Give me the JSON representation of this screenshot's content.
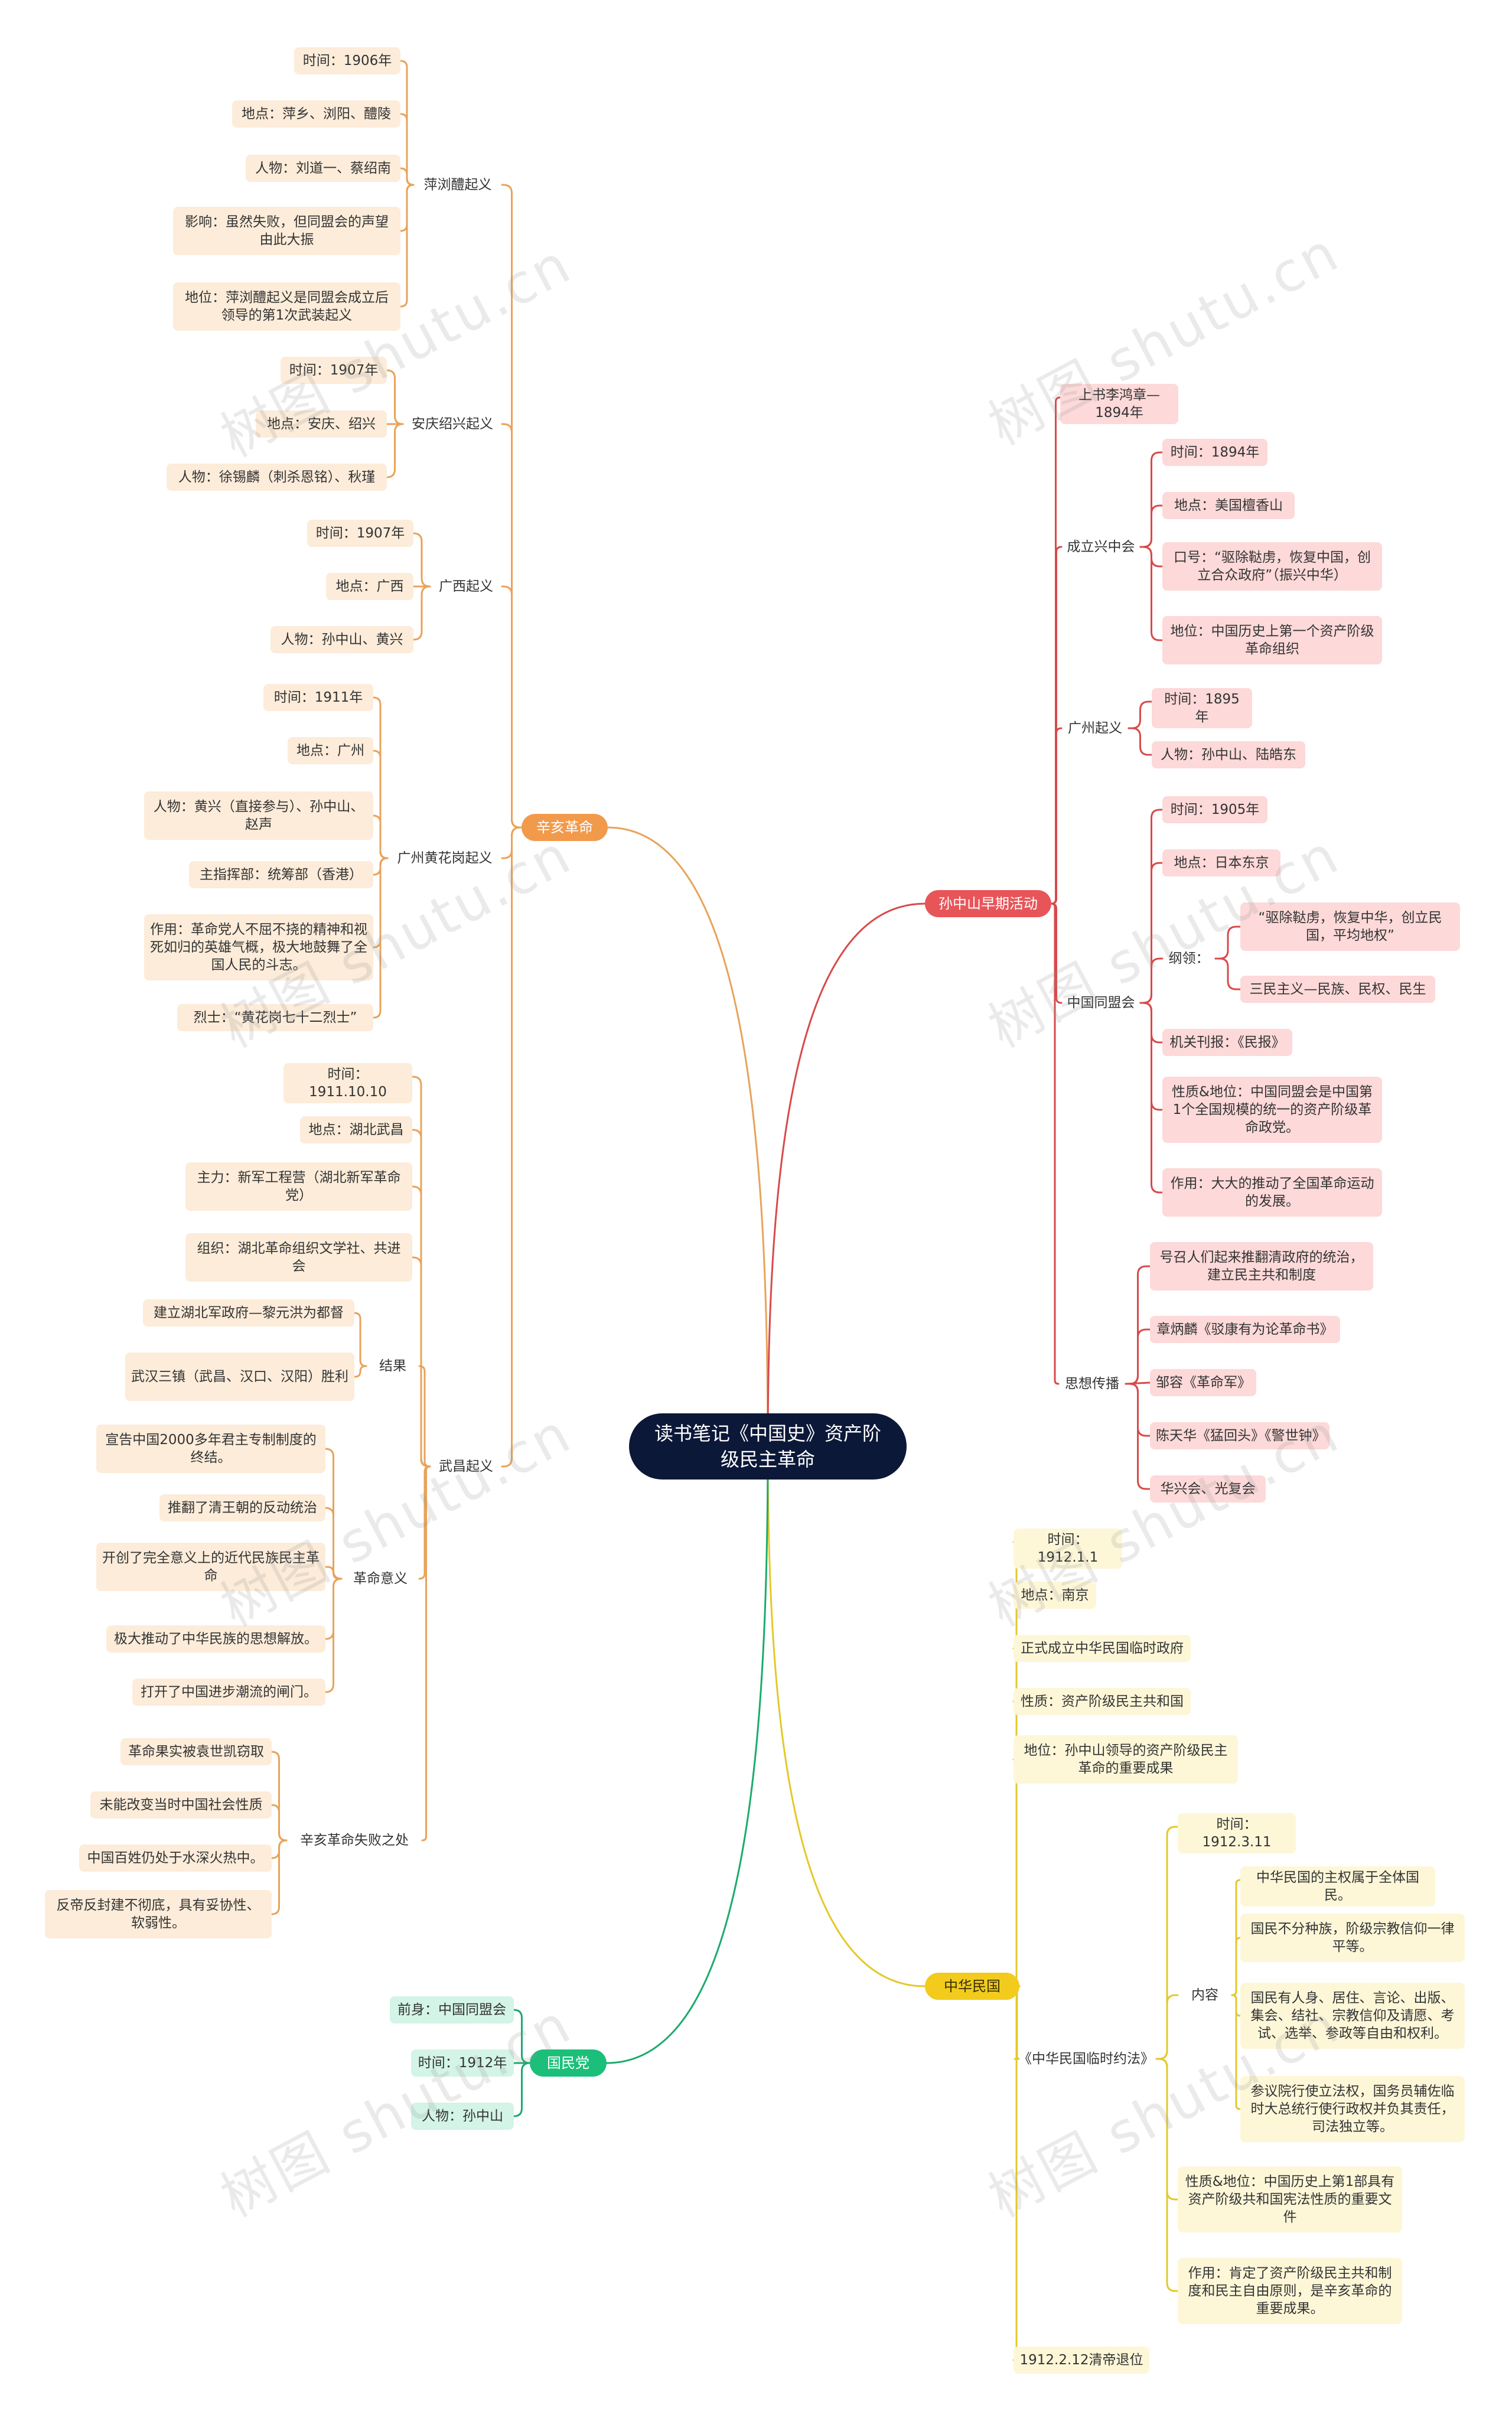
{
  "root": "读书笔记《中国史》资产阶级民主革命",
  "watermark": "树图 shutu.cn",
  "colors": {
    "orange": "#e8a35a",
    "red": "#d84a4a",
    "yellow": "#e3c92a",
    "green": "#1aab6e"
  },
  "branches": [
    {
      "label": "辛亥革命",
      "children": [
        {
          "label": "萍浏醴起义",
          "children": [
            {
              "label": "时间：1906年"
            },
            {
              "label": "地点：萍乡、浏阳、醴陵"
            },
            {
              "label": "人物：刘道一、蔡绍南"
            },
            {
              "label": "影响：虽然失败，但同盟会的声望由此大振"
            },
            {
              "label": "地位：萍浏醴起义是同盟会成立后领导的第1次武装起义"
            }
          ]
        },
        {
          "label": "安庆绍兴起义",
          "children": [
            {
              "label": "时间：1907年"
            },
            {
              "label": "地点：安庆、绍兴"
            },
            {
              "label": "人物：徐锡麟（刺杀恩铭）、秋瑾"
            }
          ]
        },
        {
          "label": "广西起义",
          "children": [
            {
              "label": "时间：1907年"
            },
            {
              "label": "地点：广西"
            },
            {
              "label": "人物：孙中山、黄兴"
            }
          ]
        },
        {
          "label": "广州黄花岗起义",
          "children": [
            {
              "label": "时间：1911年"
            },
            {
              "label": "地点：广州"
            },
            {
              "label": "人物：黄兴（直接参与）、孙中山、赵声"
            },
            {
              "label": "主指挥部：统筹部（香港）"
            },
            {
              "label": "作用：革命党人不屈不挠的精神和视死如归的英雄气概，极大地鼓舞了全国人民的斗志。"
            },
            {
              "label": "烈士：“黄花岗七十二烈士”"
            }
          ]
        },
        {
          "label": "武昌起义",
          "children": [
            {
              "label": "时间：1911.10.10"
            },
            {
              "label": "地点：湖北武昌"
            },
            {
              "label": "主力：新军工程营（湖北新军革命党）"
            },
            {
              "label": "组织：湖北革命组织文学社、共进会"
            },
            {
              "label": "结果",
              "children": [
                {
                  "label": "建立湖北军政府—黎元洪为都督"
                },
                {
                  "label": "武汉三镇（武昌、汉口、汉阳）胜利"
                }
              ]
            },
            {
              "label": "革命意义",
              "children": [
                {
                  "label": "宣告中国2000多年君主专制制度的终结。"
                },
                {
                  "label": "推翻了清王朝的反动统治"
                },
                {
                  "label": "开创了完全意义上的近代民族民主革命"
                },
                {
                  "label": "极大推动了中华民族的思想解放。"
                },
                {
                  "label": "打开了中国进步潮流的闸门。"
                }
              ]
            },
            {
              "label": "辛亥革命失败之处",
              "children": [
                {
                  "label": "革命果实被袁世凯窃取"
                },
                {
                  "label": "未能改变当时中国社会性质"
                },
                {
                  "label": "中国百姓仍处于水深火热中。"
                },
                {
                  "label": "反帝反封建不彻底，具有妥协性、软弱性。"
                }
              ]
            }
          ]
        }
      ]
    },
    {
      "label": "孙中山早期活动",
      "children": [
        {
          "label": "上书李鸿章—1894年"
        },
        {
          "label": "成立兴中会",
          "children": [
            {
              "label": "时间：1894年"
            },
            {
              "label": "地点：美国檀香山"
            },
            {
              "label": "口号：“驱除鞑虏，恢复中国，创立合众政府”（振兴中华）"
            },
            {
              "label": "地位：中国历史上第一个资产阶级革命组织"
            }
          ]
        },
        {
          "label": "广州起义",
          "children": [
            {
              "label": "时间：1895年"
            },
            {
              "label": "人物：孙中山、陆皓东"
            }
          ]
        },
        {
          "label": "中国同盟会",
          "children": [
            {
              "label": "时间：1905年"
            },
            {
              "label": "地点：日本东京"
            },
            {
              "label": "纲领：",
              "children": [
                {
                  "label": "“驱除鞑虏，恢复中华，创立民国，平均地权”"
                },
                {
                  "label": "三民主义—民族、民权、民生"
                }
              ]
            },
            {
              "label": "机关刊报：《民报》"
            },
            {
              "label": "性质&地位：中国同盟会是中国第1个全国规模的统一的资产阶级革命政党。"
            },
            {
              "label": "作用：大大的推动了全国革命运动的发展。"
            }
          ]
        },
        {
          "label": "思想传播",
          "children": [
            {
              "label": "号召人们起来推翻清政府的统治，建立民主共和制度"
            },
            {
              "label": "章炳麟《驳康有为论革命书》"
            },
            {
              "label": "邹容《革命军》"
            },
            {
              "label": "陈天华《猛回头》《警世钟》"
            },
            {
              "label": "华兴会、光复会"
            }
          ]
        }
      ]
    },
    {
      "label": "中华民国",
      "children": [
        {
          "label": "时间：1912.1.1"
        },
        {
          "label": "地点：南京"
        },
        {
          "label": "正式成立中华民国临时政府"
        },
        {
          "label": "性质：资产阶级民主共和国"
        },
        {
          "label": "地位：孙中山领导的资产阶级民主革命的重要成果"
        },
        {
          "label": "《中华民国临时约法》",
          "children": [
            {
              "label": "时间：1912.3.11"
            },
            {
              "label": "内容",
              "children": [
                {
                  "label": "中华民国的主权属于全体国民。"
                },
                {
                  "label": "国民不分种族，阶级宗教信仰一律平等。"
                },
                {
                  "label": "国民有人身、居住、言论、出版、集会、结社、宗教信仰及请愿、考试、选举、参政等自由和权利。"
                },
                {
                  "label": "参议院行使立法权，国务员辅佐临时大总统行使行政权并负其责任，司法独立等。"
                }
              ]
            },
            {
              "label": "性质&地位：中国历史上第1部具有资产阶级共和国宪法性质的重要文件"
            },
            {
              "label": "作用：肯定了资产阶级民主共和制度和民主自由原则，是辛亥革命的重要成果。"
            }
          ]
        },
        {
          "label": "1912.2.12清帝退位"
        }
      ]
    },
    {
      "label": "国民党",
      "children": [
        {
          "label": "前身：中国同盟会"
        },
        {
          "label": "时间：1912年"
        },
        {
          "label": "人物：孙中山"
        }
      ]
    }
  ]
}
